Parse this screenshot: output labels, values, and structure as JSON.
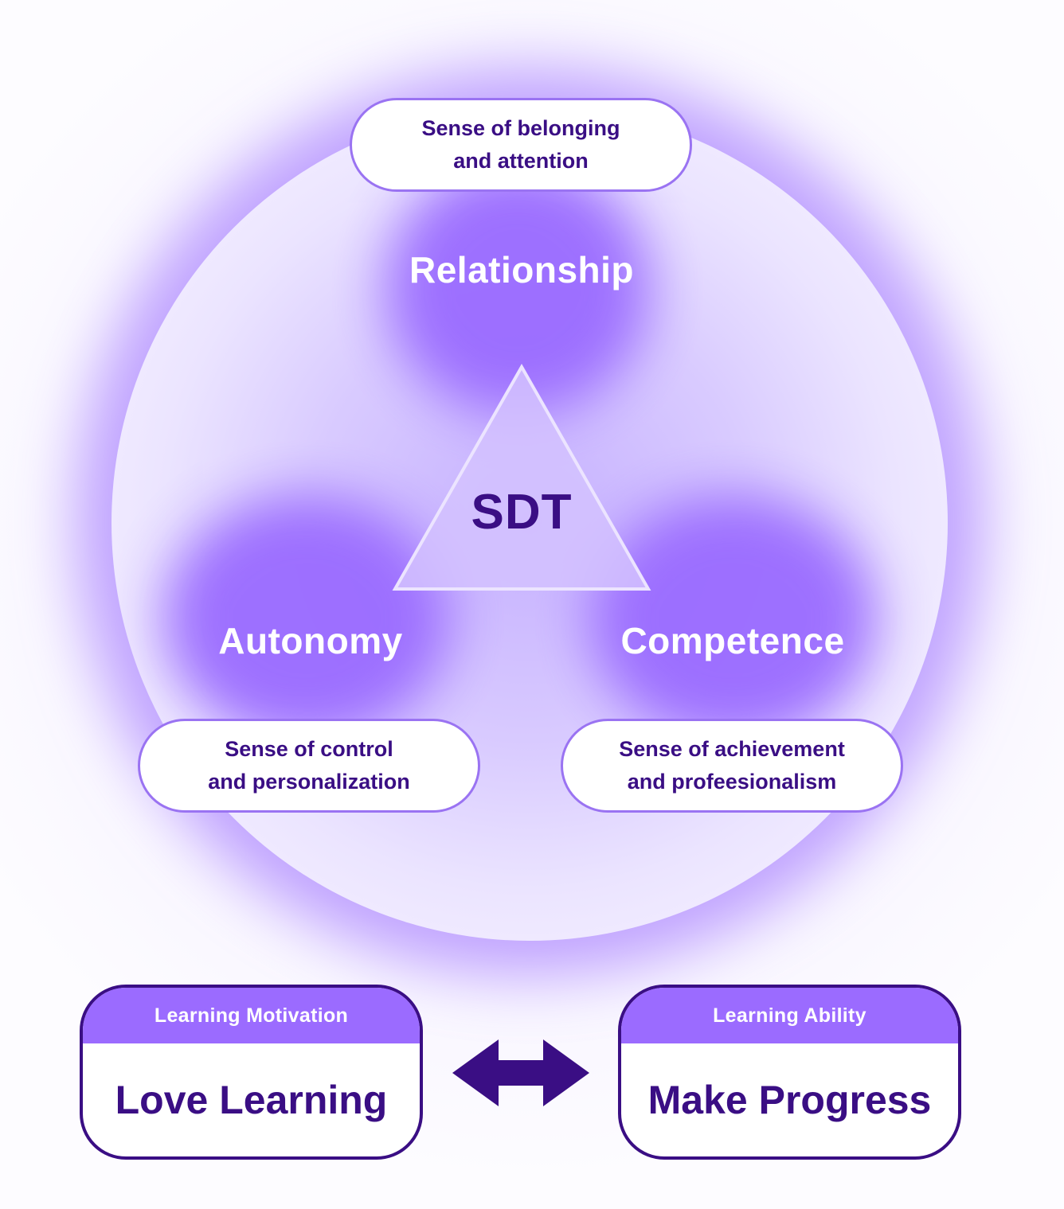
{
  "center": {
    "label": "SDT"
  },
  "needs": {
    "relationship": {
      "title": "Relationship",
      "desc_line1": "Sense of belonging",
      "desc_line2": "and attention"
    },
    "autonomy": {
      "title": "Autonomy",
      "desc_line1": "Sense of control",
      "desc_line2": "and personalization"
    },
    "competence": {
      "title": "Competence",
      "desc_line1": "Sense of achievement",
      "desc_line2": "and profeesionalism"
    }
  },
  "outcomes": {
    "motivation": {
      "header": "Learning Motivation",
      "value": "Love Learning"
    },
    "ability": {
      "header": "Learning Ability",
      "value": "Make Progress"
    }
  },
  "colors": {
    "primary_dark": "#3a0e84",
    "accent": "#9b6bff",
    "pill_border": "#9a73f2"
  },
  "icons": {
    "connector": "double-arrow-icon"
  }
}
